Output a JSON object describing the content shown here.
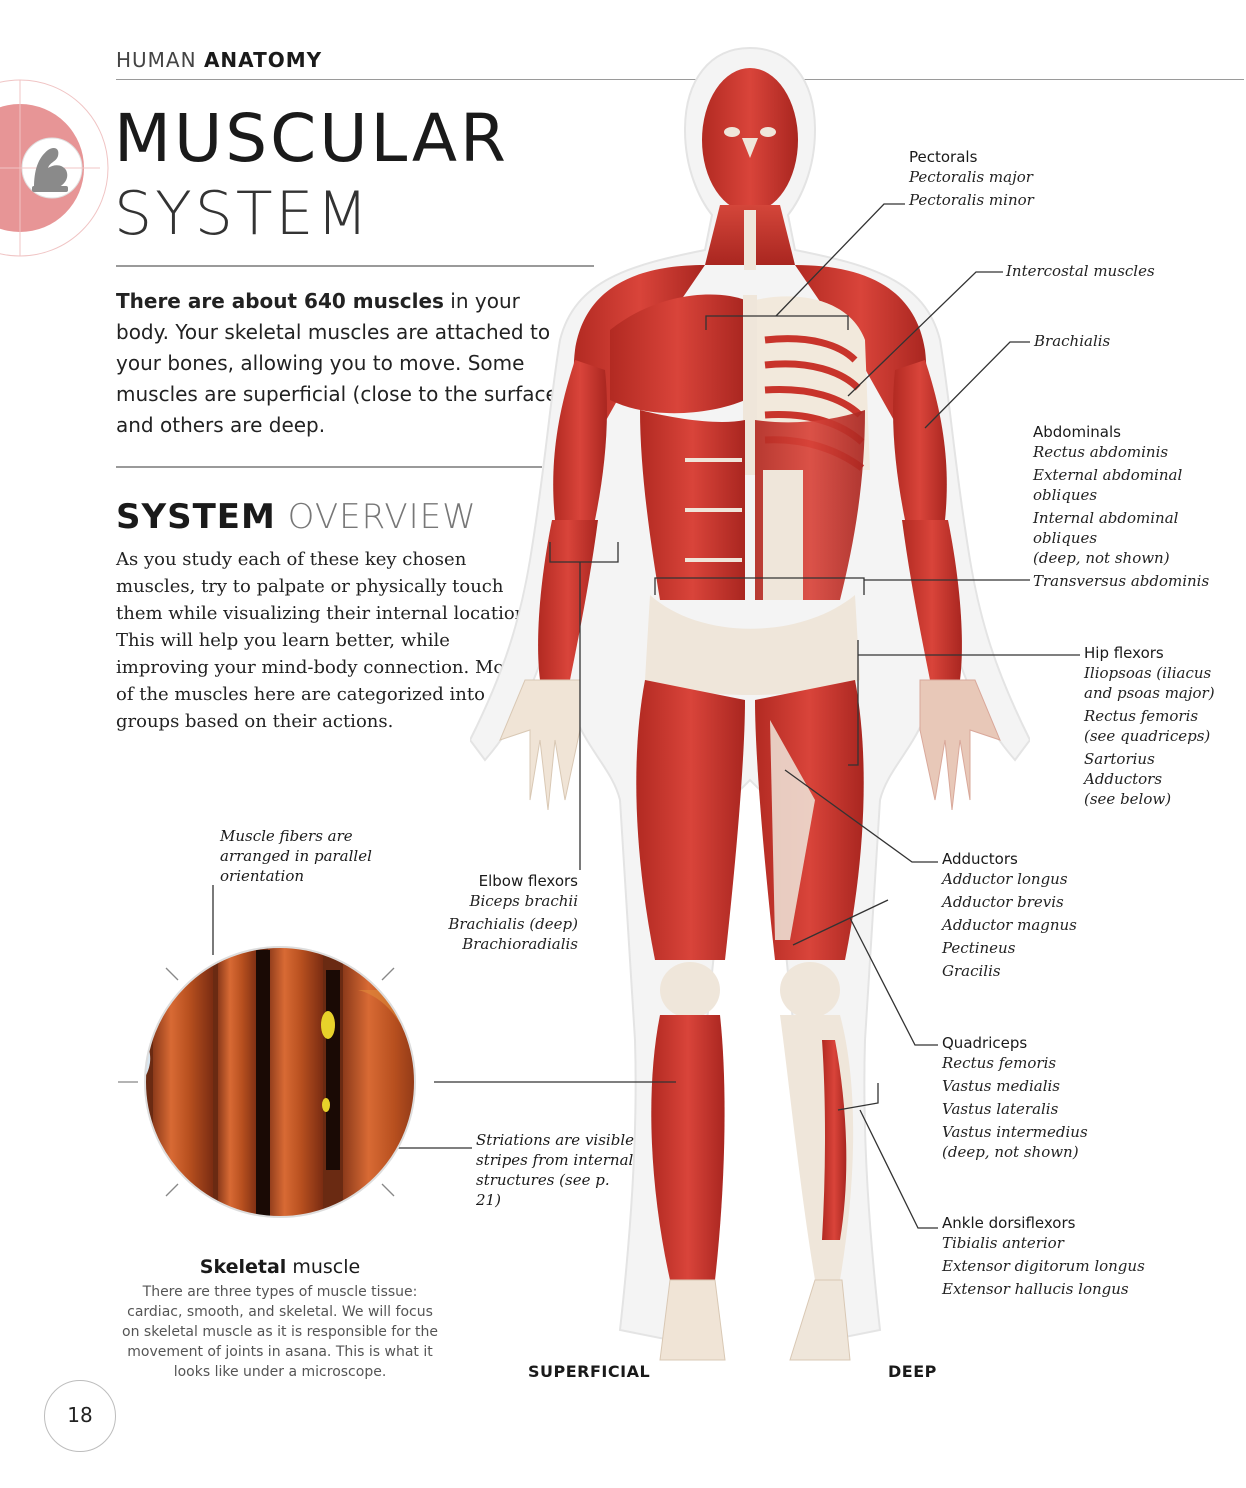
{
  "header": {
    "kicker_light": "HUMAN ",
    "kicker_bold": "ANATOMY",
    "title_line1": "MUSCULAR",
    "title_line2": "SYSTEM"
  },
  "intro": {
    "bold": "There are about 640 muscles",
    "rest": " in your body. Your skeletal muscles are attached to your bones, allowing you to move. Some muscles are superficial (close to the surface) and others are deep."
  },
  "overview": {
    "title_bold": "SYSTEM",
    "title_light": " OVERVIEW",
    "body": "As you study each of these key chosen muscles, try to palpate or physically touch them while visualizing their internal location. This will help you learn better, while improving your mind-body connection. Most of the muscles here are categorized into groups based on their actions."
  },
  "labels": {
    "pectorals": {
      "heading": "Pectorals",
      "items": [
        "Pectoralis major",
        "Pectoralis minor"
      ]
    },
    "intercostal": {
      "items": [
        "Intercostal muscles"
      ]
    },
    "brachialis": {
      "items": [
        "Brachialis"
      ]
    },
    "abdominals": {
      "heading": "Abdominals",
      "items": [
        "Rectus abdominis",
        "External abdominal",
        "obliques",
        "Internal abdominal",
        "obliques",
        "(deep, not shown)",
        "Transversus abdominis"
      ]
    },
    "hip_flexors": {
      "heading": "Hip flexors",
      "items": [
        "Iliopsoas (iliacus",
        "and psoas major)",
        "Rectus femoris",
        "(see quadriceps)",
        "Sartorius",
        "Adductors",
        "(see below)"
      ]
    },
    "elbow_flexors": {
      "heading": "Elbow flexors",
      "items": [
        "Biceps brachii",
        "Brachialis (deep)",
        "Brachioradialis"
      ]
    },
    "adductors": {
      "heading": "Adductors",
      "items": [
        "Adductor longus",
        "Adductor brevis",
        "Adductor magnus",
        "Pectineus",
        "Gracilis"
      ]
    },
    "quadriceps": {
      "heading": "Quadriceps",
      "items": [
        "Rectus femoris",
        "Vastus medialis",
        "Vastus lateralis",
        "Vastus intermedius",
        "(deep, not shown)"
      ]
    },
    "ankle": {
      "heading": "Ankle dorsiflexors",
      "items": [
        "Tibialis anterior",
        "Extensor digitorum longus",
        "Extensor hallucis longus"
      ]
    }
  },
  "views": {
    "superficial": "SUPERFICIAL",
    "deep": "DEEP"
  },
  "microscope": {
    "fiber_note": "Muscle fibers are arranged in parallel orientation",
    "striation_note": "Striations are visible stripes from internal structures (see p. 21)",
    "title_bold": "Skeletal",
    "title_rest": " muscle",
    "body": "There are three types of muscle tissue: cardiac, smooth, and skeletal. We will focus on skeletal muscle as it is responsible for the movement of joints in asana. This is what it looks like under a microscope."
  },
  "page_number": "18",
  "colors": {
    "muscle": "#c8342b",
    "muscle_dark": "#9e1f1a",
    "tendon": "#efe6da",
    "accent": "#e48a8a",
    "rule": "#9a9a9a"
  }
}
